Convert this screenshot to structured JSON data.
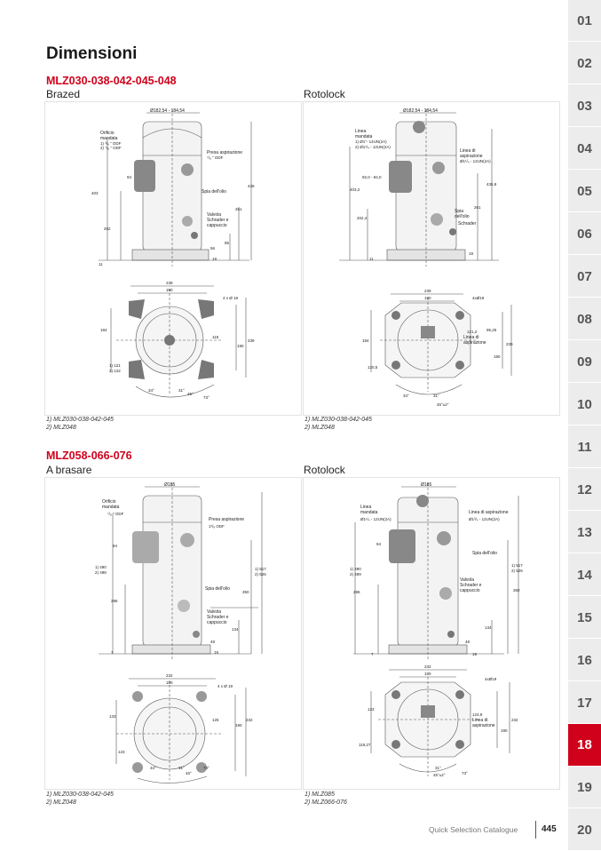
{
  "page": {
    "title": "Dimensioni",
    "page_number": "445",
    "footer_label": "Quick Selection Catalogue"
  },
  "sidebar": {
    "tabs": [
      "01",
      "02",
      "03",
      "04",
      "05",
      "06",
      "07",
      "08",
      "09",
      "10",
      "11",
      "12",
      "13",
      "14",
      "15",
      "16",
      "17",
      "18",
      "19",
      "20"
    ],
    "active": "18"
  },
  "section1": {
    "title": "MLZ030-038-042-045-048",
    "left_label": "Brazed",
    "right_label": "Rotolock",
    "left_footnotes": [
      "1) MLZ030-038-042-045",
      "2) MLZ048"
    ],
    "right_footnotes": [
      "1) MLZ030-038-042-045",
      "2) MLZ048"
    ],
    "left_side": {
      "top_dim": "Ø182,54 - 184,54",
      "label1": "Orificio",
      "label1b": "mandata",
      "label1c": "1) ³/₄ \" ODF",
      "label1d": "2) ⁷/₈ \" ODF",
      "label2": "Presa aspirazione",
      "label2b": "⁷/₈ \" ODF",
      "label3": "Spia dell'olio",
      "label4": "Valvola",
      "label4b": "Schrader e",
      "label4c": "cappuccio",
      "d94": "94",
      "d403": "403",
      "d436": "436",
      "d261": "261",
      "d202": "202",
      "d85": "85",
      "d56": "56",
      "d11": "11",
      "d19": "19"
    },
    "left_bottom": {
      "d239": "239",
      "d190": "190",
      "d4x19": "4 x Ø 19",
      "d184": "184",
      "d118": "118",
      "d190b": "190",
      "d239b": "239",
      "d121": "1) 121",
      "d122": "2) 122",
      "a34": "34°",
      "a31": "31°",
      "a45": "45°",
      "a73": "73°"
    },
    "right_side": {
      "top_dim": "Ø182,54 - 184,54",
      "label1": "Linea",
      "label1b": "mandata",
      "label1c": "1) Ø1\"- 14UN(2A)",
      "label1d": "2) Ø1¹/₄ - 12UN(2A)",
      "label2": "Linea di",
      "label2b": "aspirazione",
      "label2c": "Ø1¹/₄ - 12UN(2A)",
      "d92": "92,0 - 94,0",
      "d403": "403,2",
      "d4359": "435,9",
      "d261": "261",
      "label3": "Spia",
      "label3b": "dell'olio",
      "label3c": "Schrader",
      "d2024": "202,4",
      "d11": "11",
      "d19": "19"
    },
    "right_bottom": {
      "d239": "239",
      "d190": "190",
      "d4x19": "4xØ19",
      "d1212": "121,2",
      "d9525": "95,25",
      "lbl1": "Linea di",
      "lbl2": "aspirazione",
      "d184": "184",
      "d190b": "190",
      "d239b": "239",
      "d1205": "120,5",
      "a34": "34°",
      "a31": "31°",
      "a45": "45°±2°"
    }
  },
  "section2": {
    "title": "MLZ058-066-076",
    "left_label": "A brasare",
    "right_label": "Rotolock",
    "left_footnotes": [
      "1) MLZ030-038-042-045",
      "2) MLZ048"
    ],
    "right_footnotes": [
      "1) MLZ085",
      "2) MLZ066-076"
    ],
    "left_side": {
      "top_dim": "Ø185",
      "label1": "Orificio",
      "label1b": "mandata",
      "label1c": "⁷/₈ \" ODF",
      "label2": "Presa aspirazione",
      "label2b": "1¹/₈ ODF",
      "d94": "94",
      "d490": "1) 490",
      "d498": "2) 498",
      "d517": "1) 517",
      "d526": "2) 526",
      "d350": "350",
      "label3": "Spia dell'olio",
      "d286": "286",
      "label4": "Valvola",
      "label4b": "Schrader e",
      "label4c": "cappuccio",
      "d134": "134",
      "d48": "48",
      "d7": "7",
      "d19": "19"
    },
    "left_bottom": {
      "d232": "232",
      "d190": "190",
      "d4x19": "4 x Ø 19",
      "d133": "133",
      "d125": "125",
      "d190b": "190",
      "d232b": "232",
      "d123": "123",
      "a34": "34°",
      "a31": "31°",
      "a45": "45°",
      "a73": "73°"
    },
    "right_side": {
      "top_dim": "Ø185",
      "label1": "Linea",
      "label1b": "mandata",
      "label1c": "Ø1¹/₄ - 12UN(2A)",
      "label2": "Linea di aspirazione",
      "label2b": "Ø1³/₄ - 12UN(2A)",
      "d94": "94",
      "label3": "Spia dell'olio",
      "d490": "1) 490",
      "d499": "2) 499",
      "d517": "1) 517",
      "d526": "2) 526",
      "d350": "350",
      "d286": "286",
      "label4": "Valvola",
      "label4b": "Schrader e",
      "label4c": "cappuccio",
      "d134": "134",
      "d48": "48",
      "d7": "7",
      "d19": "19"
    },
    "right_bottom": {
      "d232": "232",
      "d190": "190",
      "d4x19": "4xØ19",
      "d133": "133",
      "d1249": "124,9",
      "lbl1": "Linea di",
      "lbl2": "aspirazione",
      "d232b": "232",
      "d190b": "190",
      "d11927": "119,27",
      "a31": "31°",
      "a45": "45°±2°",
      "a73": "73°"
    }
  }
}
